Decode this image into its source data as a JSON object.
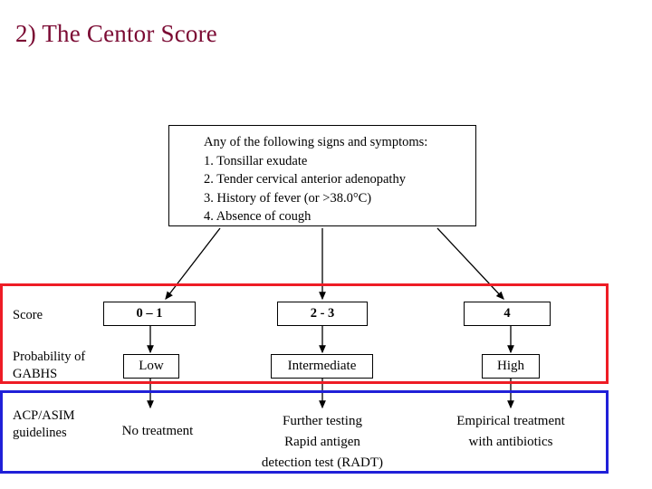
{
  "slide": {
    "title": "2) The Centor Score",
    "title_color": "#7b0a33"
  },
  "criteria": {
    "heading": "Any of the following signs and symptoms:",
    "items": [
      "1. Tonsillar exudate",
      "2. Tender cervical anterior adenopathy",
      "3. History of fever (or >38.0°C)",
      "4. Absence of cough"
    ]
  },
  "score_row": {
    "label": "Score",
    "values": [
      "0 – 1",
      "2 - 3",
      "4"
    ]
  },
  "probability_row": {
    "label_line1": "Probability of",
    "label_line2": "GABHS",
    "values": [
      "Low",
      "Intermediate",
      "High"
    ]
  },
  "guidelines_row": {
    "label_line1": "ACP/ASIM",
    "label_line2": "guidelines",
    "columns": [
      {
        "lines": [
          "No treatment"
        ]
      },
      {
        "lines": [
          "Further testing",
          "Rapid antigen",
          "detection test (RADT)"
        ]
      },
      {
        "lines": [
          "Empirical treatment",
          "with antibiotics"
        ]
      }
    ]
  },
  "colors": {
    "red_band": "#ee1c25",
    "blue_band": "#2020d8",
    "title": "#7b0a33",
    "line": "#000000"
  }
}
